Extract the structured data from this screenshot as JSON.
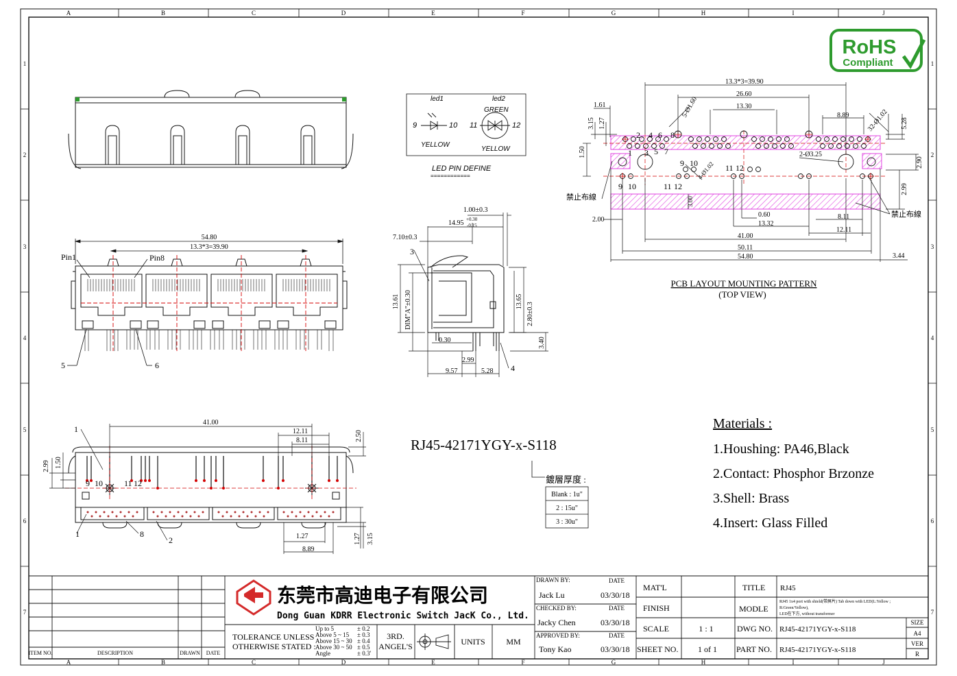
{
  "border": {
    "columns": [
      "A",
      "B",
      "C",
      "D",
      "E",
      "F",
      "G",
      "H",
      "I",
      "J"
    ],
    "rows": [
      "1",
      "2",
      "3",
      "4",
      "5",
      "6",
      "7"
    ]
  },
  "rohs": {
    "line1": "RoHS",
    "line2": "Compliant"
  },
  "front_view": {
    "dim_total": "54.80",
    "dim_pitch": "13.3*3=39.90",
    "pin1": "Pin1",
    "pin8": "Pin8",
    "callout_5": "5",
    "callout_6": "6"
  },
  "led": {
    "led1": "led1",
    "led2": "led2",
    "green": "GREEN",
    "pin9": "9",
    "pin10": "10",
    "pin11": "11",
    "pin12": "12",
    "yellow1": "YELLOW",
    "yellow2": "YELLOW",
    "title": "LED PIN DEFINE",
    "underline": "============"
  },
  "side_view": {
    "d_100": "1.00±0.3",
    "d_1495": "14.95",
    "d_tol_plus": "+0.30",
    "d_tol_minus": "-0.15",
    "d_710": "7.10±0.3",
    "callout_3": "3",
    "d_1361": "13.61",
    "d_dim_a": "DIM\"A\"±0.30",
    "d_1365": "13.65",
    "d_280": "2.80±0.3",
    "d_030": "0.30",
    "d_340": "3.40",
    "d_299": "2.99",
    "d_957": "9.57",
    "d_528": "5.28",
    "callout_4": "4"
  },
  "bottom_view": {
    "d_4100": "41.00",
    "d_1211": "12.11",
    "d_811": "8.11",
    "d_250": "2.50",
    "d_299": "2.99",
    "d_150": "1.50",
    "p9": "9",
    "p10": "10",
    "p11": "11",
    "p12": "12",
    "d_127a": "1.27",
    "d_127b": "1.27",
    "d_315": "3.15",
    "d_889": "8.89",
    "callout_1a": "1",
    "callout_1b": "1",
    "callout_8": "8",
    "callout_2": "2"
  },
  "part_number": "RJ45-42171YGY-x-S118",
  "plating": {
    "label": "鍍層厚度 :",
    "rows": [
      "Blank : 1u\"",
      "2 : 15u\"",
      "3 : 30u\""
    ]
  },
  "pcb": {
    "d_top": "13.3*3=39.90",
    "d_2660": "26.60",
    "d_1330": "13.30",
    "d_889": "8.89",
    "d_161": "1.61",
    "d_315": "3.15",
    "d_127": "1.27",
    "d_564": "5-Ø1.60",
    "d_3202": "32-Ø1.02",
    "d_528": "5.28",
    "d_150": "1.50",
    "d_203": "2-Ø3.25",
    "d_290": "2.90",
    "d_299": "2.99",
    "d_102": "4-Ø1.02",
    "n1": "1",
    "n2": "2",
    "n3": "3",
    "n4": "4",
    "n5": "5",
    "n6": "6",
    "n7": "7",
    "n8": "8",
    "n9a": "9",
    "n10a": "10",
    "n11a": "11",
    "n12a": "12",
    "n9b": "9",
    "n10b": "10",
    "n11b": "11",
    "n12b": "12",
    "keepout_left": "禁止布線",
    "keepout_right": "禁止布線",
    "d_300": "3.00",
    "d_200": "2.00",
    "d_060": "0.60",
    "d_1332": "13.32",
    "d_811": "8.11",
    "d_1211": "12.11",
    "d_4100": "41.00",
    "d_5011": "50.11",
    "d_5480": "54.80",
    "d_344": "3.44",
    "title": "PCB LAYOUT MOUNTING PATTERN",
    "subtitle": "(TOP VIEW)",
    "magenta": "#e040e0"
  },
  "materials": {
    "title": "Materials :",
    "items": [
      "1.Houshing: PA46,Black",
      "2.Contact: Phosphor Brzonze",
      "3.Shell: Brass",
      "4.Insert: Glass Filled"
    ]
  },
  "title_block": {
    "company_cn": "东莞市高迪电子有限公司",
    "company_en": "Dong Guan KDRR  Electronic Switch JacK Co., Ltd.",
    "item_no": "ITEM NO.",
    "description": "DESCRIPTION",
    "drawn_col": "DRAWN",
    "date_col": "DATE",
    "tol_l1": "TOLERANCE UNLESS",
    "tol_l2": "OTHERWISE STATED :",
    "tol_rows": [
      [
        "Up to 5",
        "± 0.2"
      ],
      [
        "Above 5  ~ 15",
        "± 0.3"
      ],
      [
        "Above 15 ~ 30",
        "± 0.4"
      ],
      [
        "Above 30 ~ 50",
        "± 0.5"
      ],
      [
        "Angle",
        "± 0.3'"
      ]
    ],
    "angle1": "3RD.",
    "angle2": "ANGEL'S",
    "units_label": "UNITS",
    "units_val": "MM",
    "drawn_by": "DRAWN BY:",
    "drawn_name": "Jack  Lu",
    "checked_by": "CHECKED BY:",
    "checked_name": "Jacky Chen",
    "approved_by": "APPROVED BY:",
    "approved_name": "Tony Kao",
    "date_label1": "DATE",
    "date_label2": "DATE",
    "date_label3": "DATE",
    "date1": "03/30/18",
    "date2": "03/30/18",
    "date3": "03/30/18",
    "matl": "MAT'L",
    "finish": "FINISH",
    "scale": "SCALE",
    "scale_val": "1 : 1",
    "sheet_no": "SHEET NO.",
    "sheet_val": "1 of 1",
    "title_label": "TITLE",
    "title_val": "RJ45",
    "model_label": "MODLE",
    "model_l1": "RJ45 1x4 port with shield(带屏片) Tab down  with LED(L:Yellow ;",
    "model_l2": "R:Green/Yellow),",
    "model_l3": "LED在下方, without transformer",
    "dwg_label": "DWG NO.",
    "dwg_val": "RJ45-42171YGY-x-S118",
    "part_label": "PART NO.",
    "part_val": "RJ45-42171YGY-x-S118",
    "size_label": "SIZE",
    "size_val": "A4",
    "ver_label": "VER",
    "ver_val": "R"
  }
}
